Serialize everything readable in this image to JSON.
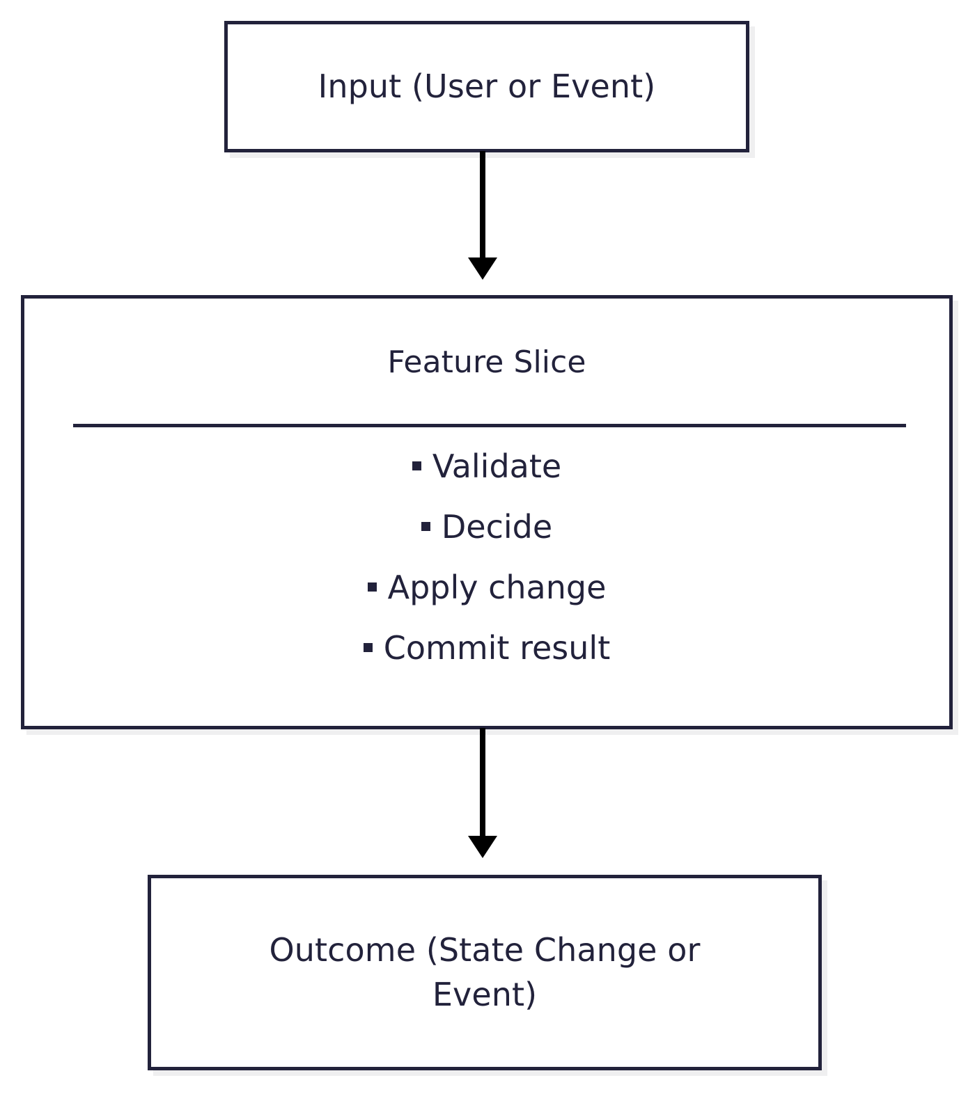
{
  "diagram": {
    "type": "flowchart",
    "orientation": "top-to-bottom",
    "colors": {
      "border": "#22223b",
      "text": "#22223b",
      "shadow": "#efeff0",
      "arrow": "#000000",
      "background": "#ffffff"
    },
    "nodes": [
      {
        "id": "input",
        "label": "Input (User or Event)",
        "shape": "rectangle"
      },
      {
        "id": "feature-slice",
        "label": "Feature Slice",
        "shape": "rectangle-with-divider",
        "steps": [
          {
            "bullet": "square-bullet-icon",
            "label": "Validate"
          },
          {
            "bullet": "square-bullet-icon",
            "label": "Decide"
          },
          {
            "bullet": "square-bullet-icon",
            "label": "Apply change"
          },
          {
            "bullet": "square-bullet-icon",
            "label": "Commit result"
          }
        ]
      },
      {
        "id": "outcome",
        "label": "Outcome (State Change or Event)",
        "shape": "rectangle"
      }
    ],
    "edges": [
      {
        "id": "input-to-slice",
        "from": "input",
        "to": "feature-slice",
        "icon": "down-arrow-icon"
      },
      {
        "id": "slice-to-outcome",
        "from": "feature-slice",
        "to": "outcome",
        "icon": "down-arrow-icon"
      }
    ]
  }
}
